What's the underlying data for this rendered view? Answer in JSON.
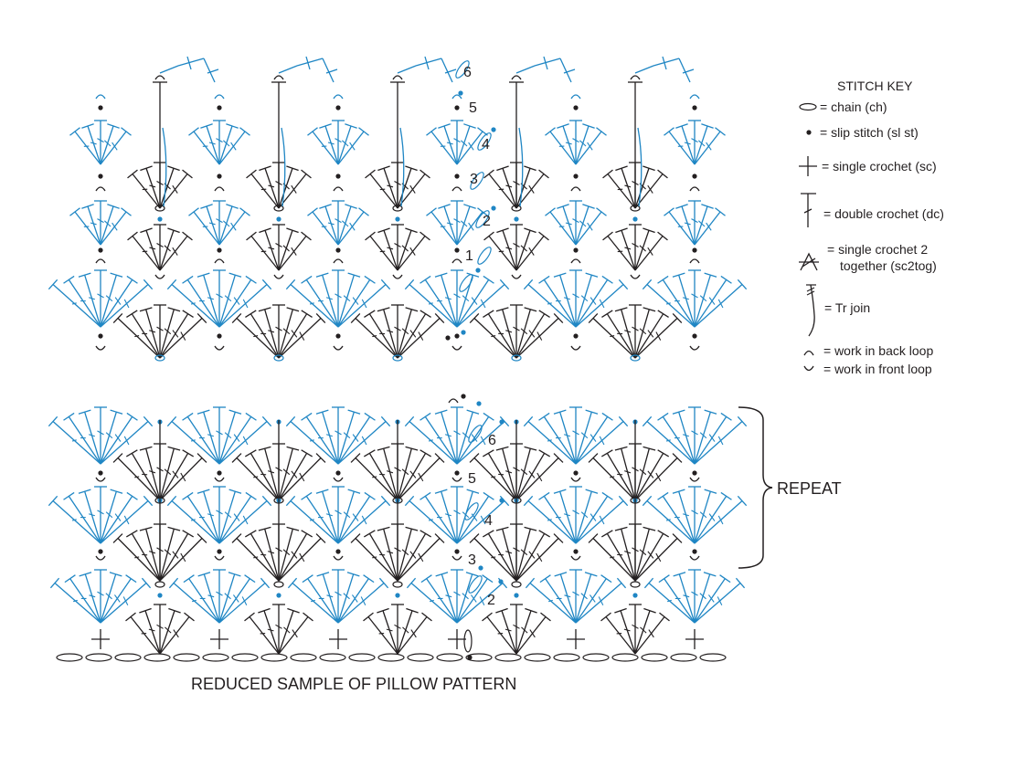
{
  "colors": {
    "ink": "#231f20",
    "blue": "#1f86c4",
    "background": "#ffffff"
  },
  "top_chart": {
    "row_numbers": [
      "1",
      "2",
      "3",
      "4",
      "5",
      "6"
    ]
  },
  "bottom_chart": {
    "row_numbers": [
      "2",
      "3",
      "4",
      "5",
      "6"
    ],
    "repeat_label": "REPEAT",
    "caption": "REDUCED SAMPLE OF PILLOW PATTERN"
  },
  "stitch_key": {
    "title": "STITCH KEY",
    "items": [
      {
        "icon": "chain-icon",
        "label": "= chain (ch)"
      },
      {
        "icon": "slip-stitch-icon",
        "label": "= slip stitch (sl st)"
      },
      {
        "icon": "single-crochet-icon",
        "label": "= single crochet (sc)"
      },
      {
        "icon": "double-crochet-icon",
        "label": "= double crochet (dc)"
      },
      {
        "icon": "sc2tog-icon",
        "label": "= single crochet 2",
        "label2": "together (sc2tog)"
      },
      {
        "icon": "tr-join-icon",
        "label": "= Tr join"
      },
      {
        "icon": "back-loop-icon",
        "label": "= work in back loop"
      },
      {
        "icon": "front-loop-icon",
        "label": "= work in front loop"
      }
    ]
  }
}
